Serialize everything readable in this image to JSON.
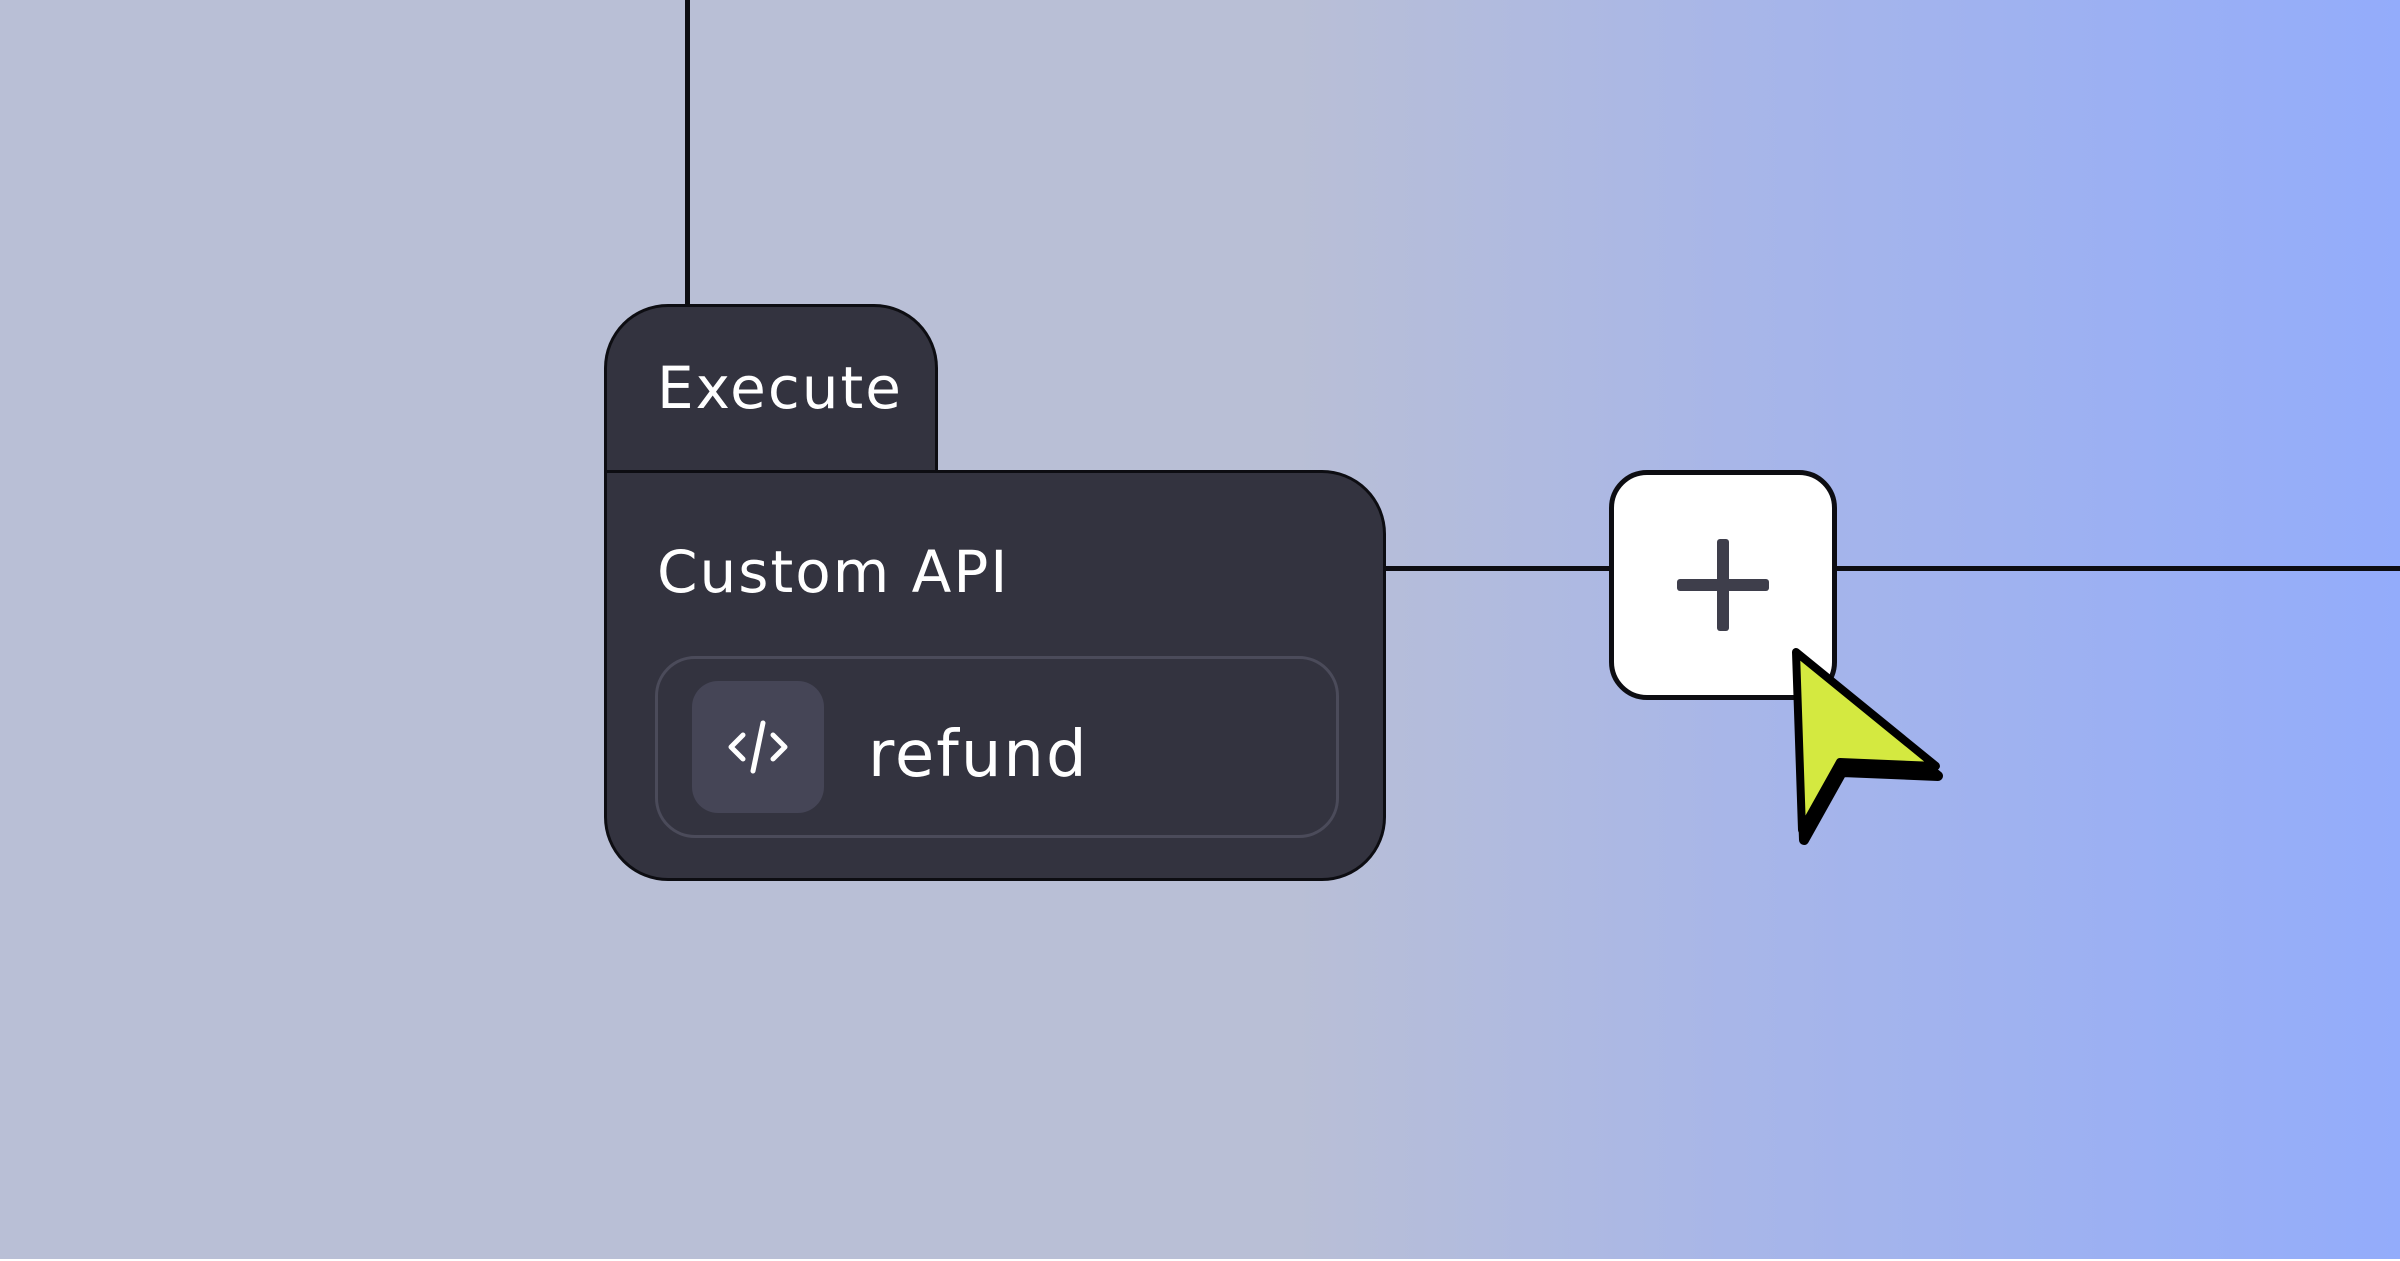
{
  "node": {
    "category_label": "Execute",
    "title": "Custom API",
    "endpoint": {
      "icon": "code-icon",
      "label": "refund"
    }
  },
  "add_step": {
    "icon": "plus-icon"
  },
  "pointer": {
    "icon": "mouse-pointer-icon",
    "color": "#d4e940"
  },
  "colors": {
    "node_background": "#33333f",
    "connector": "#0d0d12",
    "background_left": "#b9bfd6",
    "background_right": "#93acfb"
  }
}
